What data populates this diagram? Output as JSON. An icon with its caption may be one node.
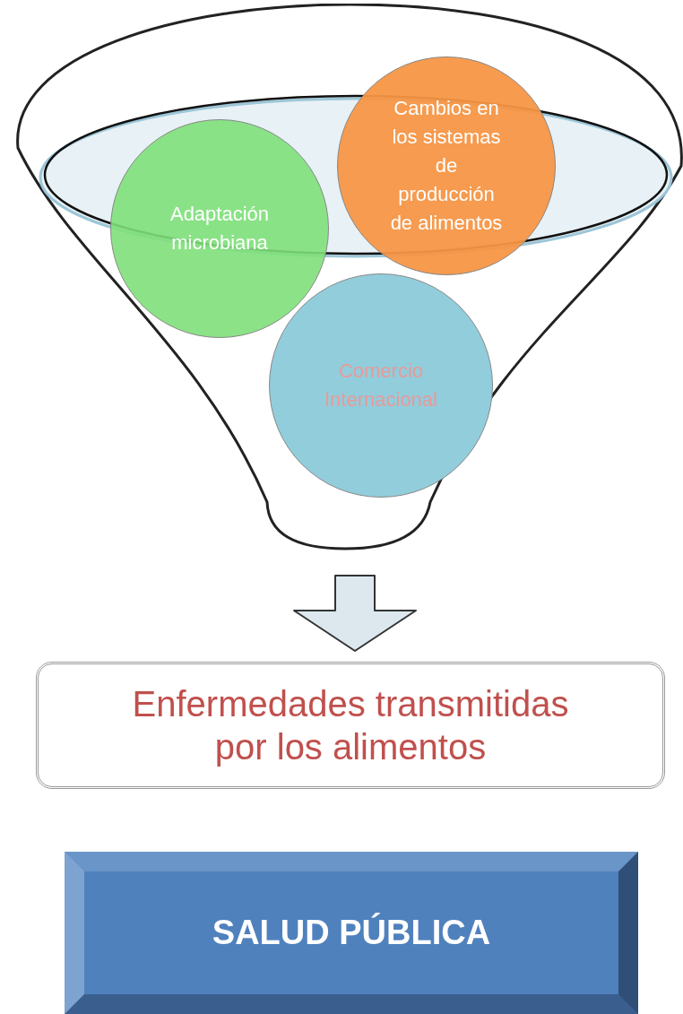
{
  "diagram": {
    "nodes": [
      {
        "text": [],
        "shape": "funnel"
      },
      {
        "text": [
          "Adaptación microbiana"
        ],
        "in": 0
      },
      {
        "text": [
          "Cambios en los sistemas de producción de alimentos"
        ],
        "in": 0
      },
      {
        "text": [
          "Comercio Internacional"
        ],
        "in": 0
      },
      {
        "text": [
          "Enfermedades transmitidas por los alimentos"
        ]
      },
      {
        "text": [
          "SALUD PÚBLICA"
        ]
      }
    ],
    "edges": [
      {
        "from": 0,
        "to": 4,
        "arrow": "to"
      }
    ]
  }
}
